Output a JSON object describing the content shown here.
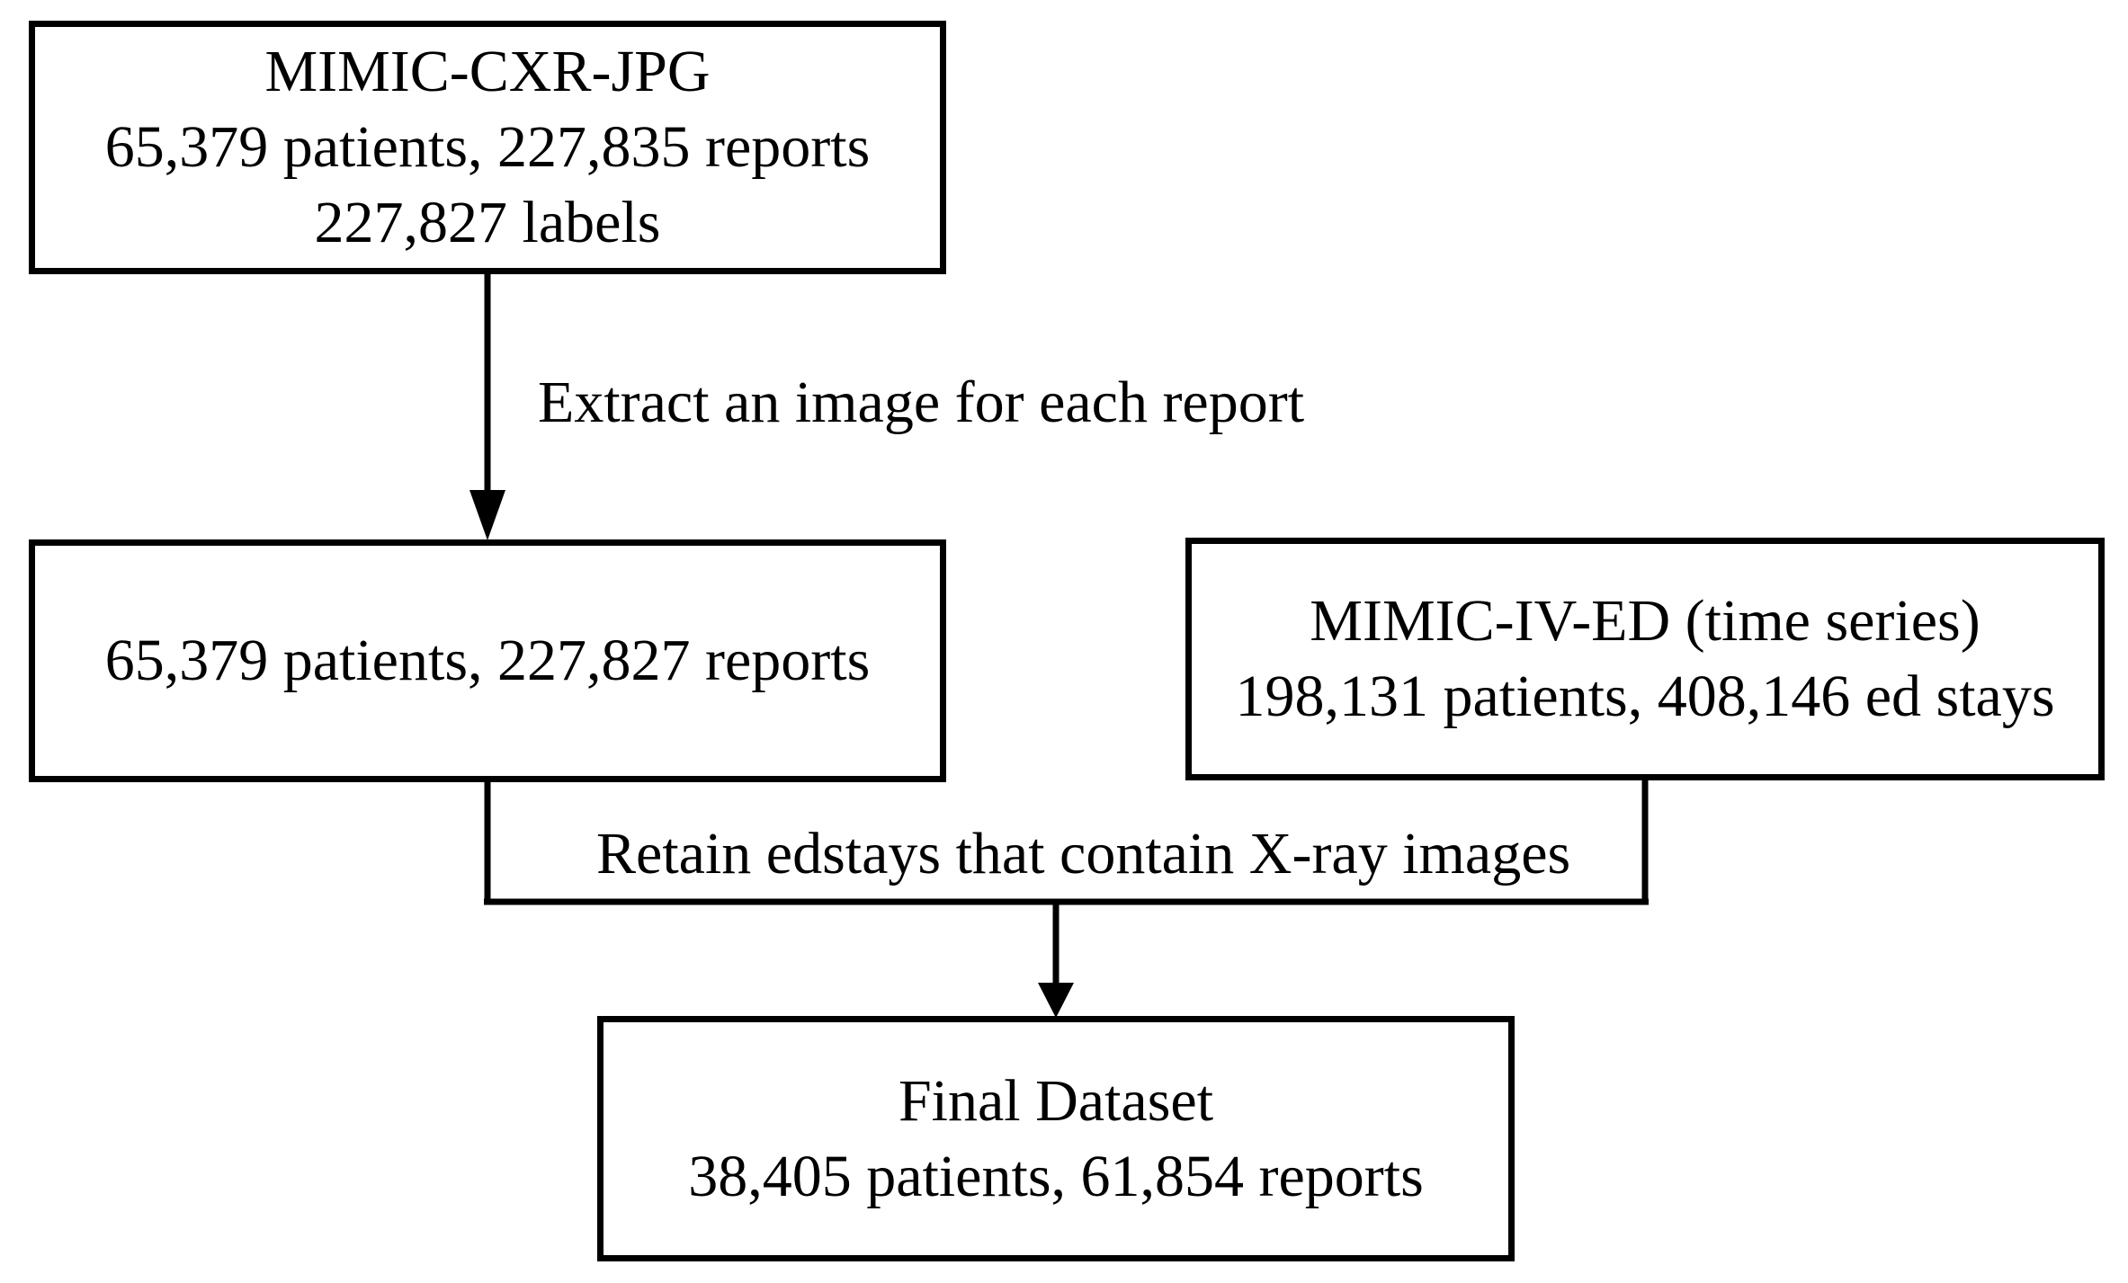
{
  "diagram": {
    "title": "Dataset construction flowchart",
    "background_color": "#ffffff",
    "stroke_color": "#000000",
    "nodes": [
      {
        "id": "mimic-cxr-jpg",
        "lines": [
          "MIMIC-CXR-JPG",
          "65,379 patients, 227,835 reports",
          "227,827 labels"
        ]
      },
      {
        "id": "extracted-images",
        "lines": [
          "65,379 patients, 227,827 reports"
        ]
      },
      {
        "id": "mimic-iv-ed",
        "lines": [
          "MIMIC-IV-ED (time series)",
          "198,131 patients, 408,146 ed stays"
        ]
      },
      {
        "id": "final-dataset",
        "lines": [
          "Final Dataset",
          "38,405 patients, 61,854 reports"
        ]
      }
    ],
    "edge_labels": [
      {
        "id": "extract",
        "text": "Extract an image for each report"
      },
      {
        "id": "retain",
        "text": "Retain edstays that contain X-ray images"
      }
    ]
  }
}
